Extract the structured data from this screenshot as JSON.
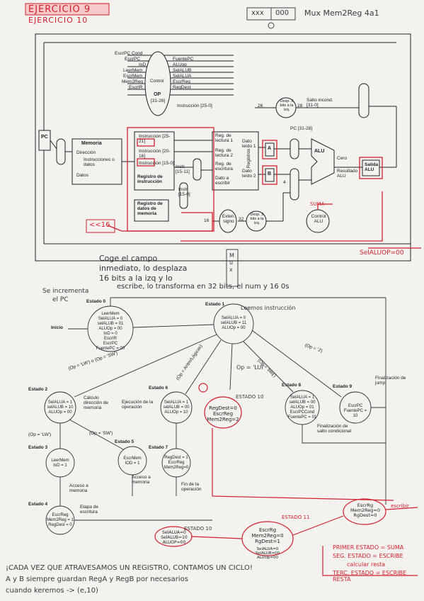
{
  "header": {
    "title_line1": "EJERCICIO 9",
    "title_line2": "EJERCICIO 10",
    "box_a": "xxx",
    "box_b": "000",
    "right_note": "Mux Mem2Reg 4a1"
  },
  "datapath": {
    "control_signals": [
      "EscrPC Cond",
      "EscrPC",
      "IoD",
      "LeerMem",
      "EscrMem",
      "Mem2Reg",
      "EscrIR",
      "FuentePC",
      "ALUop",
      "SelALUB",
      "SelALUA",
      "EscrReg",
      "RegDest"
    ],
    "control_label": "Control",
    "op_label": "OP",
    "op_bits": "[31-26]",
    "instr_25_0": "Instrucción [25-0]",
    "memoria": "Memoria",
    "direccion": "Dirección",
    "instr_datos": "Instrucciones o datos",
    "datos": "Datos",
    "registro_instruccion": "Registro de instrucción",
    "registro_datos_memoria": "Registro de datos de memoria",
    "reg_lectura1": "Reg. de lectura 1",
    "reg_lectura2": "Reg. de lectura 2",
    "reg_escritura": "Reg. de escritura",
    "dato_escribir": "Dato a escribir",
    "dato_leido1": "Dato leído 1",
    "dato_leido2": "Dato leído 2",
    "registros": "Registros",
    "alu": "ALU",
    "cero": "Cero",
    "resultado_alu": "Resultado ALU",
    "salida_alu": "Salida ALU",
    "control_alu": "Control ALU",
    "extension_signo": "Exten. signo",
    "desp2_a": "Desp. 2 bits a la izq.",
    "desp2_b": "Desp. 2 bits a la izq.",
    "salto_incond": "Salto incond. [31-0]",
    "pc_bits": "PC [31-28]",
    "pc": "PC",
    "a": "A",
    "b": "B",
    "ins_25_21": "Instrucción [25-21]",
    "ins_20_16": "Instrucción [20-16]",
    "ins_15_0": "Instrucción [15-0]",
    "ins_15_11": "Instr. [15-11]",
    "ins_15_0b": "Instr. [15-0]",
    "n26": "26",
    "n28": "28",
    "n16": "16",
    "n32": "32",
    "n4": "4",
    "shl16": "<<16",
    "suma": "SUMA",
    "selaluop_note": "SelALUOP=00"
  },
  "notes": {
    "explain": [
      "Coge el campo",
      "inmediato, lo desplaza",
      "16 bits a la izq y lo",
      "escribe, lo transforma en 32 bits, el num y 16 0s"
    ],
    "incrementa": [
      "Se incrementa",
      "el PC"
    ],
    "mux_label": "M u x",
    "bottom": [
      "¡CADA VEZ QUE ATRAVESAMOS UN REGISTRO, CONTAMOS UN CICLO!",
      "A y B siempre guardan RegA y RegB por necesarios",
      "cuando keremos -> (e,10)"
    ],
    "right_list": [
      "PRIMER ESTADO = SUMA",
      "SEG. ESTADO = ESCRIBE",
      "calcular resta",
      "TERC. ESTADO = ESCRIBE RESTA"
    ]
  },
  "fsm": {
    "inicio": "Inicio",
    "leemos": "Leemos instrucción",
    "states": [
      {
        "name": "Estado 0",
        "lines": [
          "LeerMem",
          "SelALUA = 0",
          "selALUB = 01",
          "ALUOp = 00",
          "IoD = 0",
          "EscrIR",
          "EscrPC",
          "FuentePC = 00"
        ]
      },
      {
        "name": "Estado 1",
        "lines": [
          "SelALUA = 0",
          "selALUB = 11",
          "ALUOp = 00"
        ]
      },
      {
        "name": "Estado 2",
        "lines": [
          "SelALUA = 1",
          "selALUB = 10",
          "ALUOp = 00"
        ]
      },
      {
        "name": "Estado 3",
        "lines": [
          "LeerMem",
          "IoD = 1"
        ]
      },
      {
        "name": "Estado 4",
        "lines": [
          "EscrReg",
          "Mem2Reg = 1",
          "RegDest = 0"
        ]
      },
      {
        "name": "Estado 5",
        "lines": [
          "EscrMem",
          "IOD = 1"
        ]
      },
      {
        "name": "Estado 6",
        "lines": [
          "SelALUA = 1",
          "selALUB = 00",
          "ALUOp = 10"
        ]
      },
      {
        "name": "Estado 7",
        "lines": [
          "RegDest = 1",
          "EscrReg",
          "Mem2Reg=0"
        ]
      },
      {
        "name": "Estado 8",
        "lines": [
          "SelALUA = 1",
          "selALUB = 00",
          "ALUOp = 01",
          "EscrPCCond",
          "FuentePC = 01"
        ]
      },
      {
        "name": "Estado 9",
        "lines": [
          "EscrPC",
          "FuentePC = 10"
        ]
      }
    ],
    "calc_dir": "Cálculo dirección de memoria",
    "ejec_op": "Ejecución de la operación",
    "fin_op": "Fin de la operación",
    "acceso1": "Acceso a memoria",
    "acceso2": "Acceso a memoria",
    "etapa_escritura": "Etapa de escritura",
    "fin_salto": "Finalización de salto condicional",
    "fin_jump": "Finalización de jump",
    "cond_lw_sw": "(Op = 'LW') o (Op = 'SW')",
    "cond_lw": "(Op = 'LW')",
    "cond_sw": "(Op = 'SW')",
    "cond_tipo_r": "(Op = Aritm/Lógicas)",
    "cond_beq": "(Op = 'beq')",
    "cond_j": "(Op = 'J')",
    "cond_lui": "Op = 'LUI'",
    "estado10": "ESTADO 10",
    "estado11": "ESTADO 11",
    "e10_lines": [
      "RegDest=0",
      "EscrReg",
      "Mem2Reg=2"
    ],
    "e10b_lines": [
      "SelALUA=0",
      "SelALUB=10",
      "ALUOP=00"
    ],
    "e11_lines": [
      "EscrRg",
      "Mem2Reg=0",
      "RgDest=1"
    ],
    "e11b_lines": [
      "SelALUA=0",
      "SelALUB=00",
      "ALUOp=00"
    ],
    "e12_lines": [
      "EscrRg",
      "Mem2Reg=0",
      "RgDest=0"
    ],
    "escribir": "escribir"
  }
}
